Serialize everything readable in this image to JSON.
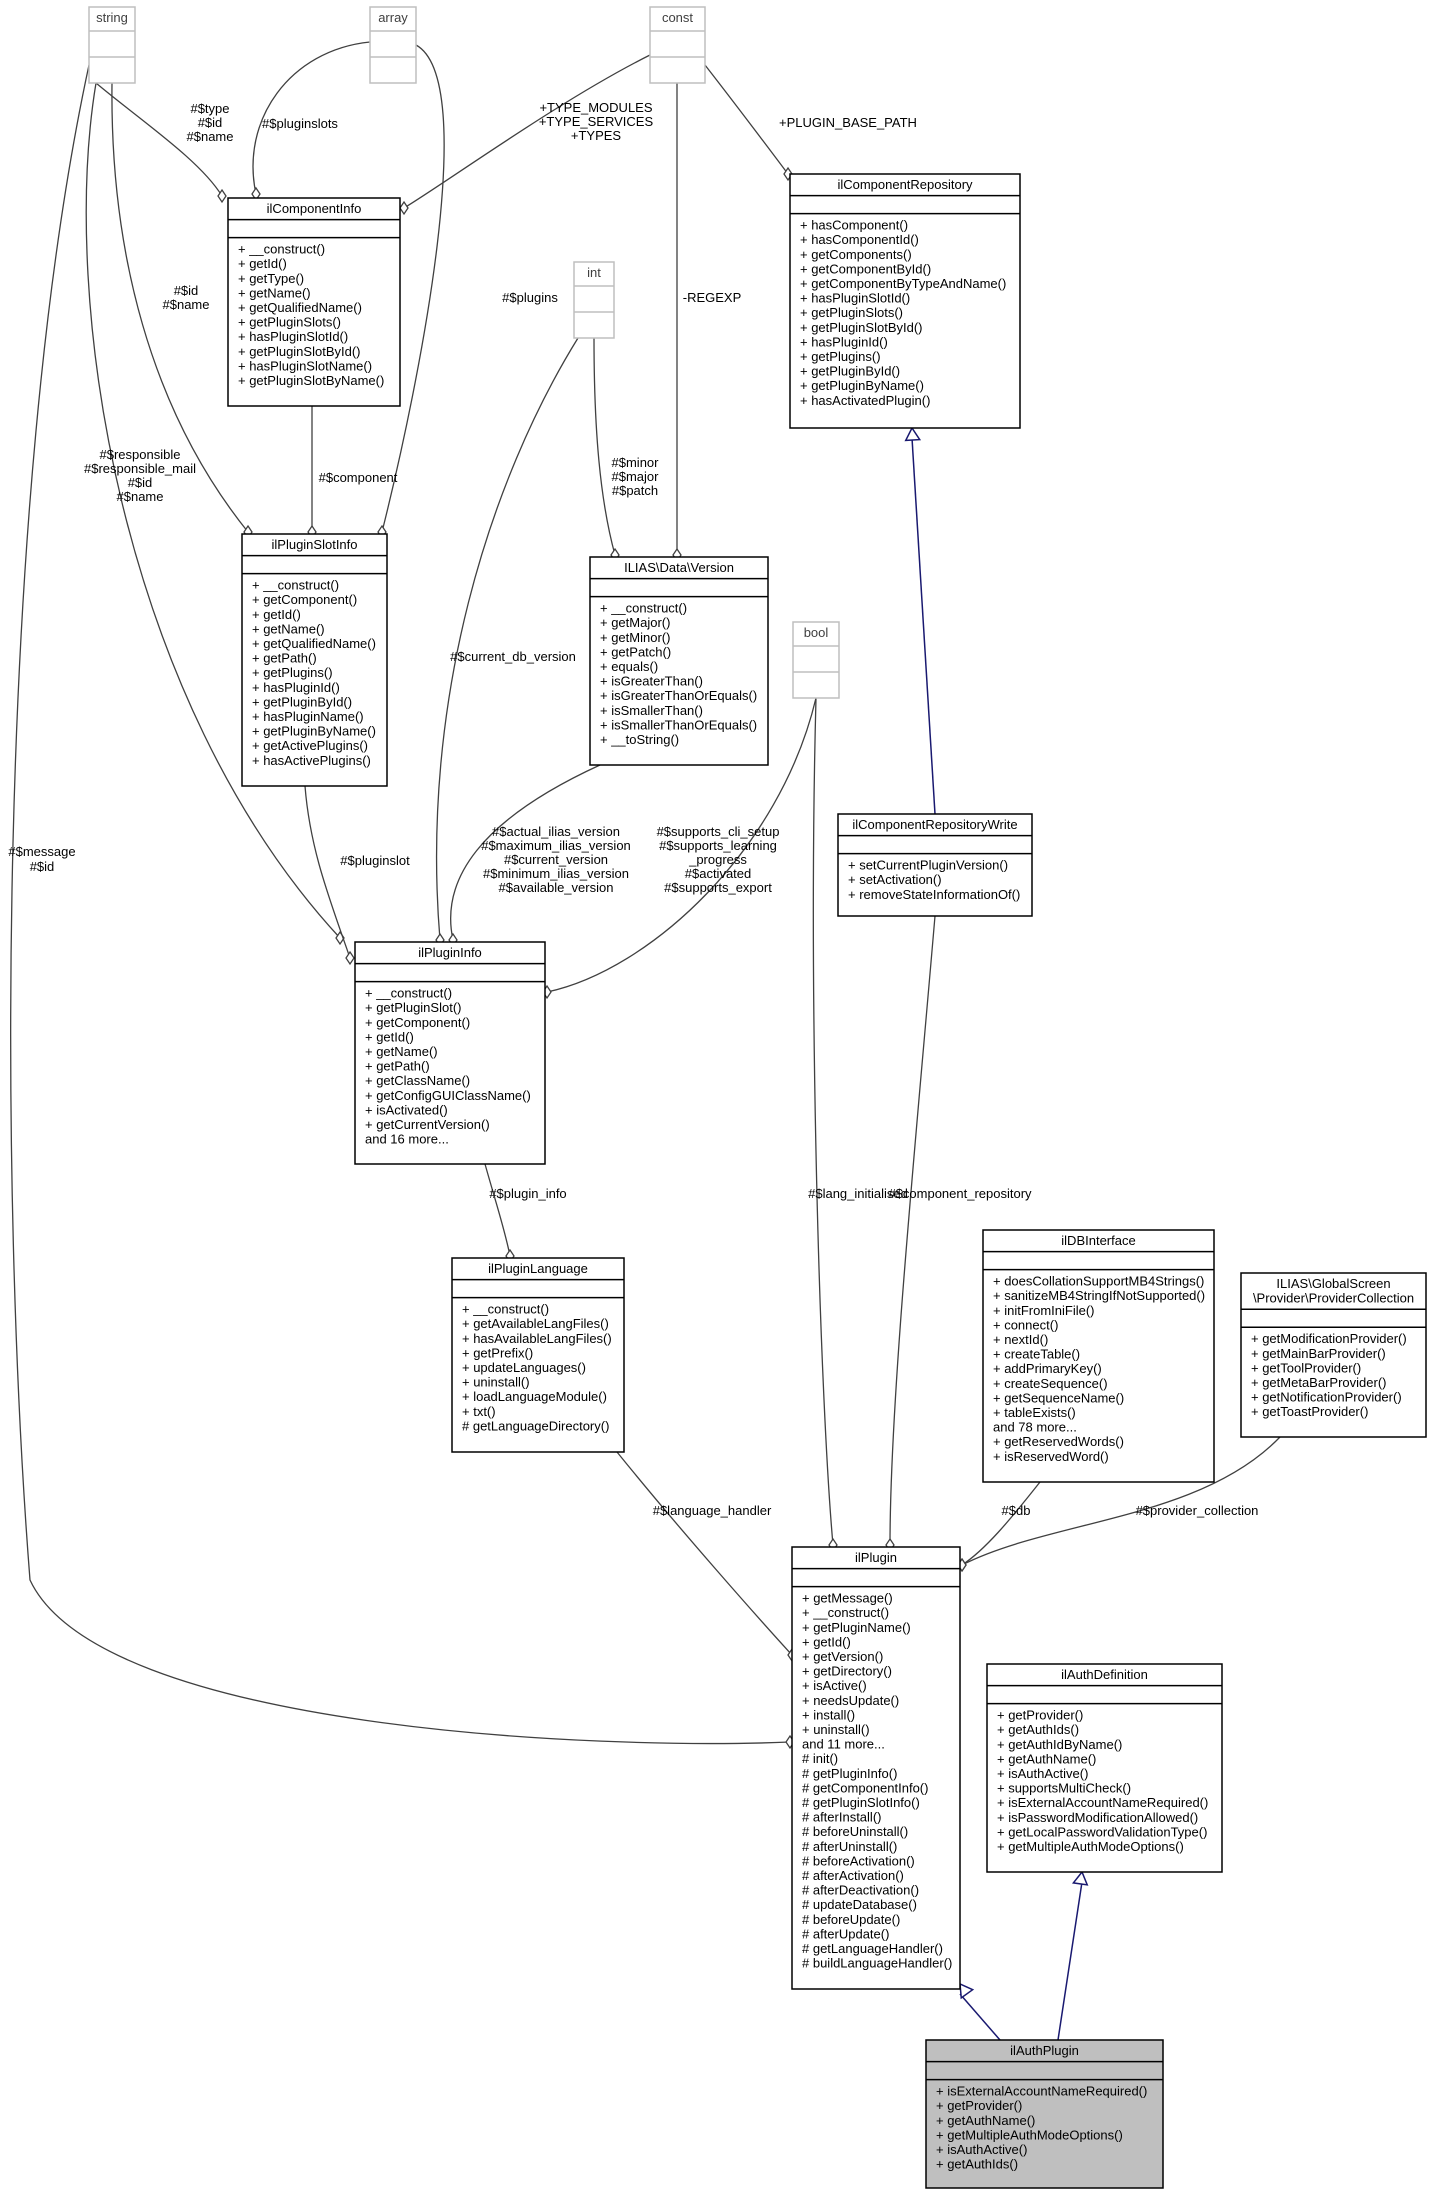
{
  "nodes": [
    {
      "id": "string",
      "title": [
        "string"
      ],
      "primitive": true
    },
    {
      "id": "array",
      "title": [
        "array"
      ],
      "primitive": true
    },
    {
      "id": "const",
      "title": [
        "const"
      ],
      "primitive": true
    },
    {
      "id": "int",
      "title": [
        "int"
      ],
      "primitive": true
    },
    {
      "id": "bool",
      "title": [
        "bool"
      ],
      "primitive": true
    },
    {
      "id": "ilComponentInfo",
      "title": [
        "ilComponentInfo"
      ],
      "members": [
        "+ __construct()",
        "+ getId()",
        "+ getType()",
        "+ getName()",
        "+ getQualifiedName()",
        "+ getPluginSlots()",
        "+ hasPluginSlotId()",
        "+ getPluginSlotById()",
        "+ hasPluginSlotName()",
        "+ getPluginSlotByName()"
      ]
    },
    {
      "id": "ilComponentRepository",
      "title": [
        "ilComponentRepository"
      ],
      "members": [
        "+ hasComponent()",
        "+ hasComponentId()",
        "+ getComponents()",
        "+ getComponentById()",
        "+ getComponentByTypeAndName()",
        "+ hasPluginSlotId()",
        "+ getPluginSlots()",
        "+ getPluginSlotById()",
        "+ hasPluginId()",
        "+ getPlugins()",
        "+ getPluginById()",
        "+ getPluginByName()",
        "+ hasActivatedPlugin()"
      ]
    },
    {
      "id": "ilPluginSlotInfo",
      "title": [
        "ilPluginSlotInfo"
      ],
      "members": [
        "+ __construct()",
        "+ getComponent()",
        "+ getId()",
        "+ getName()",
        "+ getQualifiedName()",
        "+ getPath()",
        "+ getPlugins()",
        "+ hasPluginId()",
        "+ getPluginById()",
        "+ hasPluginName()",
        "+ getPluginByName()",
        "+ getActivePlugins()",
        "+ hasActivePlugins()"
      ]
    },
    {
      "id": "Version",
      "title": [
        "ILIAS\\Data\\Version"
      ],
      "members": [
        "+ __construct()",
        "+ getMajor()",
        "+ getMinor()",
        "+ getPatch()",
        "+ equals()",
        "+ isGreaterThan()",
        "+ isGreaterThanOrEquals()",
        "+ isSmallerThan()",
        "+ isSmallerThanOrEquals()",
        "+ __toString()"
      ]
    },
    {
      "id": "ilComponentRepositoryWrite",
      "title": [
        "ilComponentRepositoryWrite"
      ],
      "members": [
        "+ setCurrentPluginVersion()",
        "+ setActivation()",
        "+ removeStateInformationOf()"
      ]
    },
    {
      "id": "ilPluginInfo",
      "title": [
        "ilPluginInfo"
      ],
      "members": [
        "+ __construct()",
        "+ getPluginSlot()",
        "+ getComponent()",
        "+ getId()",
        "+ getName()",
        "+ getPath()",
        "+ getClassName()",
        "+ getConfigGUIClassName()",
        "+ isActivated()",
        "+ getCurrentVersion()",
        "and 16 more..."
      ]
    },
    {
      "id": "ilPluginLanguage",
      "title": [
        "ilPluginLanguage"
      ],
      "members": [
        "+ __construct()",
        "+ getAvailableLangFiles()",
        "+ hasAvailableLangFiles()",
        "+ getPrefix()",
        "+ updateLanguages()",
        "+ uninstall()",
        "+ loadLanguageModule()",
        "+ txt()",
        "# getLanguageDirectory()"
      ]
    },
    {
      "id": "ilDBInterface",
      "title": [
        "ilDBInterface"
      ],
      "members": [
        "+ doesCollationSupportMB4Strings()",
        "+ sanitizeMB4StringIfNotSupported()",
        "+ initFromIniFile()",
        "+ connect()",
        "+ nextId()",
        "+ createTable()",
        "+ addPrimaryKey()",
        "+ createSequence()",
        "+ getSequenceName()",
        "+ tableExists()",
        "and 78 more...",
        "+ getReservedWords()",
        "+ isReservedWord()"
      ]
    },
    {
      "id": "ProviderCollection",
      "title": [
        "ILIAS\\GlobalScreen",
        "\\Provider\\ProviderCollection"
      ],
      "members": [
        "+ getModificationProvider()",
        "+ getMainBarProvider()",
        "+ getToolProvider()",
        "+ getMetaBarProvider()",
        "+ getNotificationProvider()",
        "+ getToastProvider()"
      ]
    },
    {
      "id": "ilPlugin",
      "title": [
        "ilPlugin"
      ],
      "members": [
        "+ getMessage()",
        "+ __construct()",
        "+ getPluginName()",
        "+ getId()",
        "+ getVersion()",
        "+ getDirectory()",
        "+ isActive()",
        "+ needsUpdate()",
        "+ install()",
        "+ uninstall()",
        "and 11 more...",
        "# init()",
        "# getPluginInfo()",
        "# getComponentInfo()",
        "# getPluginSlotInfo()",
        "# afterInstall()",
        "# beforeUninstall()",
        "# afterUninstall()",
        "# beforeActivation()",
        "# afterActivation()",
        "# afterDeactivation()",
        "# updateDatabase()",
        "# beforeUpdate()",
        "# afterUpdate()",
        "# getLanguageHandler()",
        "# buildLanguageHandler()"
      ]
    },
    {
      "id": "ilAuthDefinition",
      "title": [
        "ilAuthDefinition"
      ],
      "members": [
        "+ getProvider()",
        "+ getAuthIds()",
        "+ getAuthIdByName()",
        "+ getAuthName()",
        "+ isAuthActive()",
        "+ supportsMultiCheck()",
        "+ isExternalAccountNameRequired()",
        "+ isPasswordModificationAllowed()",
        "+ getLocalPasswordValidationType()",
        "+ getMultipleAuthModeOptions()"
      ]
    },
    {
      "id": "ilAuthPlugin",
      "title": [
        "ilAuthPlugin"
      ],
      "members": [
        "+ isExternalAccountNameRequired()",
        "+ getProvider()",
        "+ getAuthName()",
        "+ getMultipleAuthModeOptions()",
        "+ isAuthActive()",
        "+ getAuthIds()"
      ],
      "highlight": true
    }
  ],
  "edges": [
    {
      "id": "e1",
      "type": "assoc",
      "label": [
        "#$type",
        "#$id",
        "#$name"
      ]
    },
    {
      "id": "e2",
      "type": "assoc",
      "label": [
        "#$pluginslots"
      ]
    },
    {
      "id": "e3",
      "type": "assoc",
      "label": [
        "+TYPE_MODULES",
        "+TYPE_SERVICES",
        "+TYPES"
      ]
    },
    {
      "id": "e4",
      "type": "assoc",
      "label": [
        "+PLUGIN_BASE_PATH"
      ]
    },
    {
      "id": "e5",
      "type": "assoc",
      "label": [
        "#$id",
        "#$name"
      ]
    },
    {
      "id": "e6",
      "type": "assoc",
      "label": [
        "#$plugins"
      ]
    },
    {
      "id": "e7",
      "type": "assoc",
      "label": [
        "#$component"
      ]
    },
    {
      "id": "e8",
      "type": "assoc",
      "label": [
        "-REGEXP"
      ]
    },
    {
      "id": "e9",
      "type": "assoc",
      "label": [
        "#$minor",
        "#$major",
        "#$patch"
      ]
    },
    {
      "id": "e10",
      "type": "assoc",
      "label": [
        "#$responsible",
        "#$responsible_mail",
        "#$id",
        "#$name"
      ]
    },
    {
      "id": "e11",
      "type": "assoc",
      "label": [
        "#$current_db_version"
      ]
    },
    {
      "id": "e12",
      "type": "assoc",
      "label": [
        "#$actual_ilias_version",
        "#$maximum_ilias_version",
        "#$current_version",
        "#$minimum_ilias_version",
        "#$available_version"
      ]
    },
    {
      "id": "e13",
      "type": "assoc",
      "label": [
        "#$supports_cli_setup",
        "#$supports_learning",
        "_progress",
        "#$activated",
        "#$supports_export"
      ]
    },
    {
      "id": "e14",
      "type": "assoc",
      "label": [
        "#$pluginslot"
      ]
    },
    {
      "id": "e15",
      "type": "inherit",
      "label": []
    },
    {
      "id": "e16",
      "type": "assoc",
      "label": [
        "#$message",
        "#$id"
      ]
    },
    {
      "id": "e17",
      "type": "assoc",
      "label": [
        "#$plugin_info"
      ]
    },
    {
      "id": "e18",
      "type": "assoc",
      "label": [
        "#$lang_initialised"
      ]
    },
    {
      "id": "e19",
      "type": "assoc",
      "label": [
        "#$component_repository"
      ]
    },
    {
      "id": "e20",
      "type": "assoc",
      "label": [
        "#$language_handler"
      ]
    },
    {
      "id": "e21",
      "type": "assoc",
      "label": [
        "#$db"
      ]
    },
    {
      "id": "e22",
      "type": "assoc",
      "label": [
        "#$provider_collection"
      ]
    },
    {
      "id": "e23",
      "type": "inherit",
      "label": []
    },
    {
      "id": "e24",
      "type": "inherit",
      "label": []
    }
  ]
}
